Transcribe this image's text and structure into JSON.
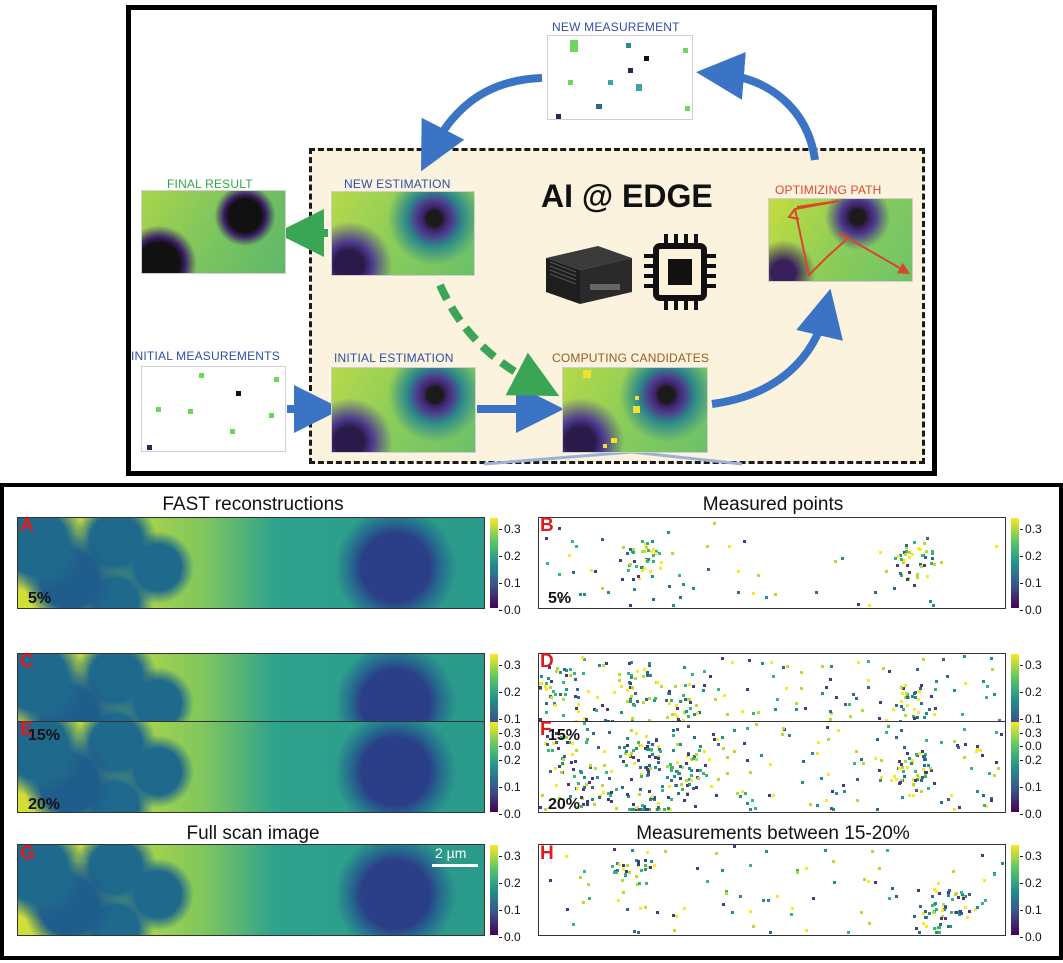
{
  "diagram": {
    "labels": {
      "new_measurement": "NEW MEASUREMENT",
      "final_result": "FINAL RESULT",
      "new_estimation": "NEW ESTIMATION",
      "ai_edge": "AI @ EDGE",
      "optimizing_path": "OPTIMIZING PATH",
      "initial_measurements": "INITIAL MEASUREMENTS",
      "initial_estimation": "INITIAL ESTIMATION",
      "computing_candidates": "COMPUTING CANDIDATES"
    },
    "colors": {
      "arrow_blue": "#3b74c4",
      "arrow_green": "#3aa655",
      "path_red": "#d9472b",
      "edge_background": "#fbf3de"
    },
    "icons": [
      "computer-device-icon",
      "chip-icon"
    ]
  },
  "figure": {
    "left_title": "FAST reconstructions",
    "right_title": "Measured points",
    "bottom_left_title": "Full scan image",
    "bottom_right_title": "Measurements between 15-20%",
    "scale_bar": "2 µm",
    "colorbar_ticks": [
      "0.3",
      "0.2",
      "0.1",
      "0.0"
    ],
    "colormap": "viridis",
    "panels": [
      {
        "letter": "A",
        "pct": "5%"
      },
      {
        "letter": "B",
        "pct": "5%"
      },
      {
        "letter": "C",
        "pct": "15%"
      },
      {
        "letter": "D",
        "pct": "15%"
      },
      {
        "letter": "E",
        "pct": "20%"
      },
      {
        "letter": "F",
        "pct": "20%"
      },
      {
        "letter": "G",
        "pct": ""
      },
      {
        "letter": "H",
        "pct": ""
      }
    ]
  }
}
